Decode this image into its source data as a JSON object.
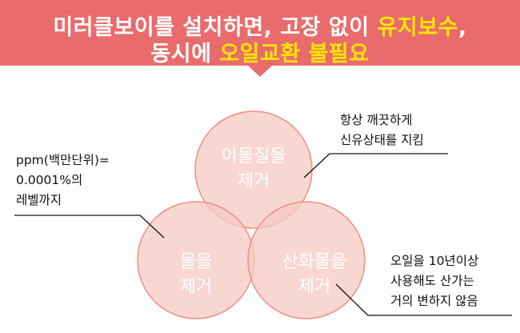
{
  "colors": {
    "banner_bg": "#ea6b6b",
    "highlight": "#ffe600",
    "circle_fill": "#f6c9c2",
    "circle_stroke": "#ef8c83",
    "circle_text": "#ffffff",
    "leader_line": "#111111"
  },
  "banner": {
    "line1_prefix": "미러클보이를 설치하면, 고장 없이 ",
    "line1_highlight": "유지보수",
    "line1_suffix": ",",
    "line2_prefix": "동시에 ",
    "line2_highlight": "오일교환 불필요"
  },
  "circles": {
    "top": {
      "line1": "이물질을",
      "line2": "제거"
    },
    "left": {
      "line1": "물을",
      "line2": "제거"
    },
    "right": {
      "line1": "산화물을",
      "line2": "제거"
    }
  },
  "notes": {
    "left": [
      "ppm(백만단위)=",
      "0.0001%의",
      "레벨까지"
    ],
    "top_right": [
      "항상 깨끗하게",
      "신유상태를 지킴"
    ],
    "bottom_right": [
      "오일을 10년이상",
      "사용해도 산가는",
      "거의 변하지 않음"
    ]
  }
}
